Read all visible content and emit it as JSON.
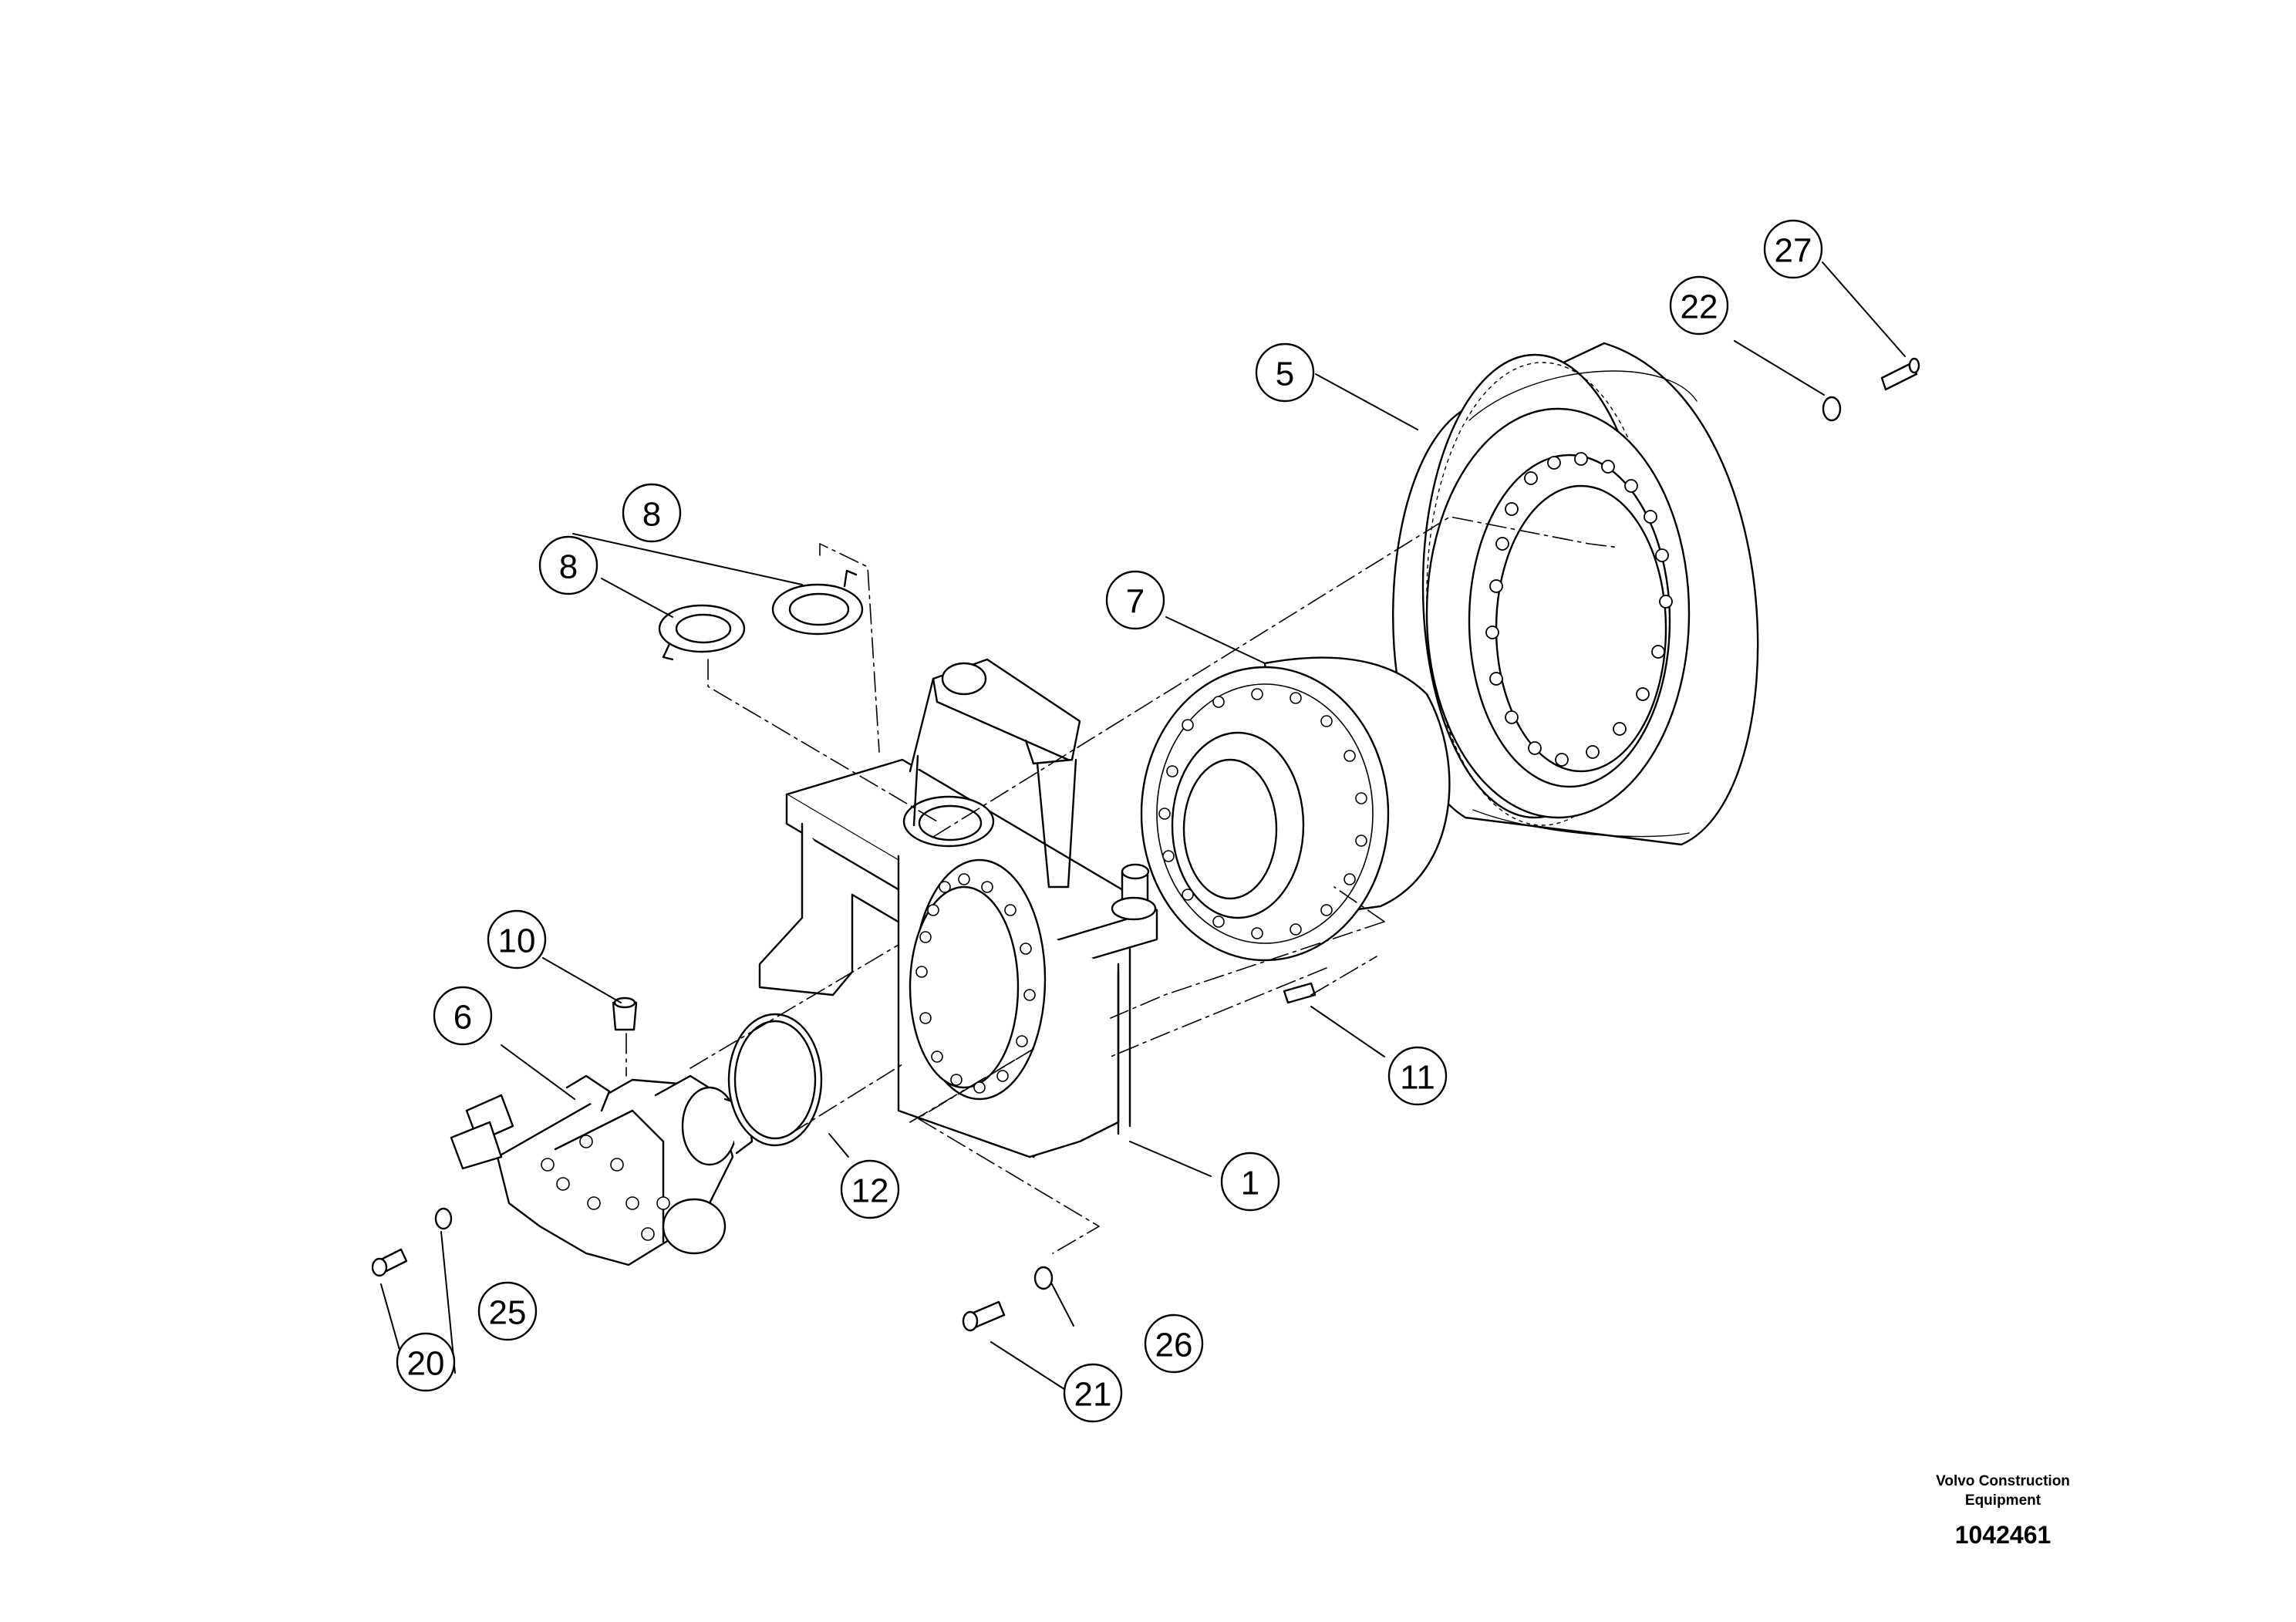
{
  "callouts": [
    {
      "id": "1",
      "label": "1"
    },
    {
      "id": "5",
      "label": "5"
    },
    {
      "id": "6",
      "label": "6"
    },
    {
      "id": "7",
      "label": "7"
    },
    {
      "id": "8a",
      "label": "8"
    },
    {
      "id": "8b",
      "label": "8"
    },
    {
      "id": "10",
      "label": "10"
    },
    {
      "id": "11",
      "label": "11"
    },
    {
      "id": "12",
      "label": "12"
    },
    {
      "id": "20",
      "label": "20"
    },
    {
      "id": "21",
      "label": "21"
    },
    {
      "id": "22",
      "label": "22"
    },
    {
      "id": "25",
      "label": "25"
    },
    {
      "id": "26",
      "label": "26"
    },
    {
      "id": "27",
      "label": "27"
    }
  ],
  "footer": {
    "brand_line1": "Volvo Construction",
    "brand_line2": "Equipment",
    "drawing_number": "1042461"
  }
}
